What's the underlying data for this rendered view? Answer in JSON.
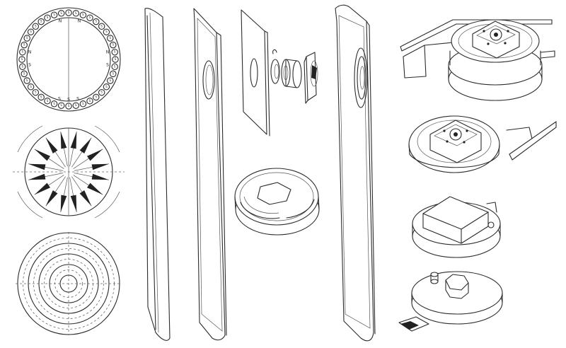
{
  "figure": {
    "background": "#ffffff",
    "line_color": "#2b2b2b",
    "ring_magnet": {
      "labels_top": [
        "N",
        "N"
      ],
      "labels_bottom": [
        "S",
        "S",
        "S"
      ],
      "labels_left": [
        "N",
        "S"
      ],
      "labels_right": [
        "N",
        "S"
      ],
      "cell_label": "S"
    },
    "flux_arrows": {
      "count": 16
    },
    "concentric_rings": {
      "count": 9
    }
  }
}
